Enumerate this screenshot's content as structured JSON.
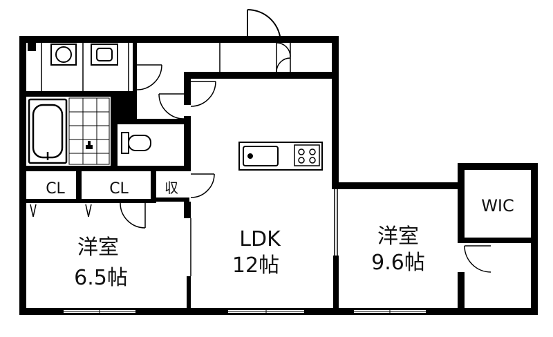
{
  "rooms": {
    "western_left": {
      "name": "洋室",
      "size": "6.5帖"
    },
    "ldk": {
      "name": "LDK",
      "size": "12帖"
    },
    "western_right": {
      "name": "洋室",
      "size": "9.6帖"
    },
    "wic": {
      "name": "WIC"
    },
    "closet_1": {
      "name": "CL"
    },
    "closet_2": {
      "name": "CL"
    },
    "storage": {
      "name": "収"
    }
  },
  "colors": {
    "wall": "#000000",
    "floor": "#ffffff",
    "tile": "#d8d8d8"
  }
}
